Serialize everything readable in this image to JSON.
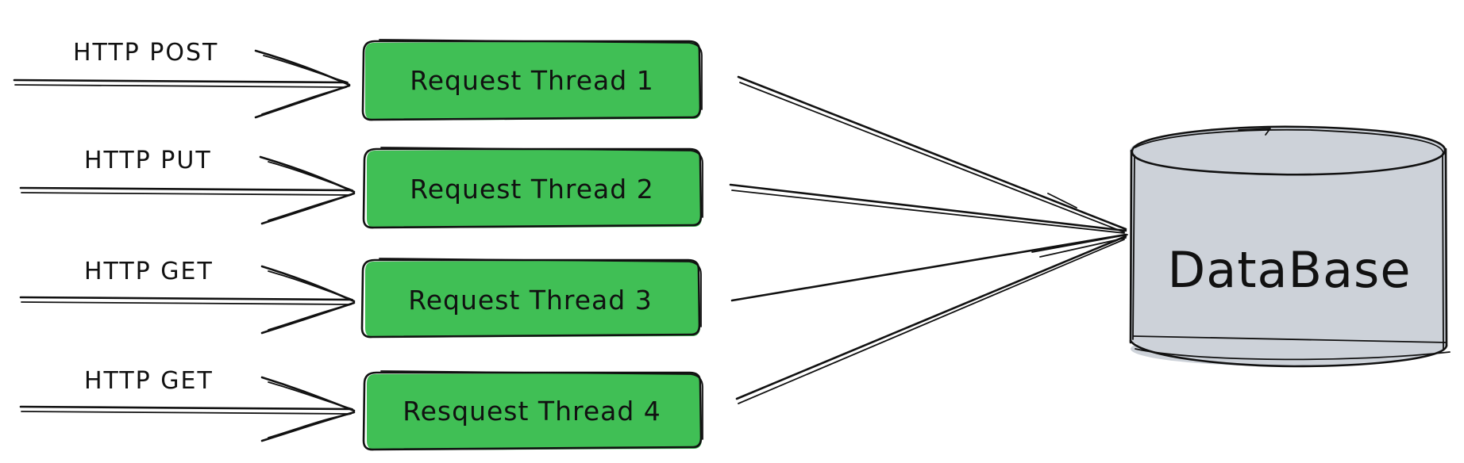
{
  "requests": [
    {
      "method": "HTTP POST",
      "thread": "Request Thread 1"
    },
    {
      "method": "HTTP PUT",
      "thread": "Request Thread 2"
    },
    {
      "method": "HTTP GET",
      "thread": "Request Thread 3"
    },
    {
      "method": "HTTP GET",
      "thread": "Resquest Thread 4"
    }
  ],
  "database": {
    "label": "DataBase"
  },
  "colors": {
    "thread_fill": "#40BF55",
    "database_fill": "#CDD2D9",
    "stroke": "#111111"
  }
}
